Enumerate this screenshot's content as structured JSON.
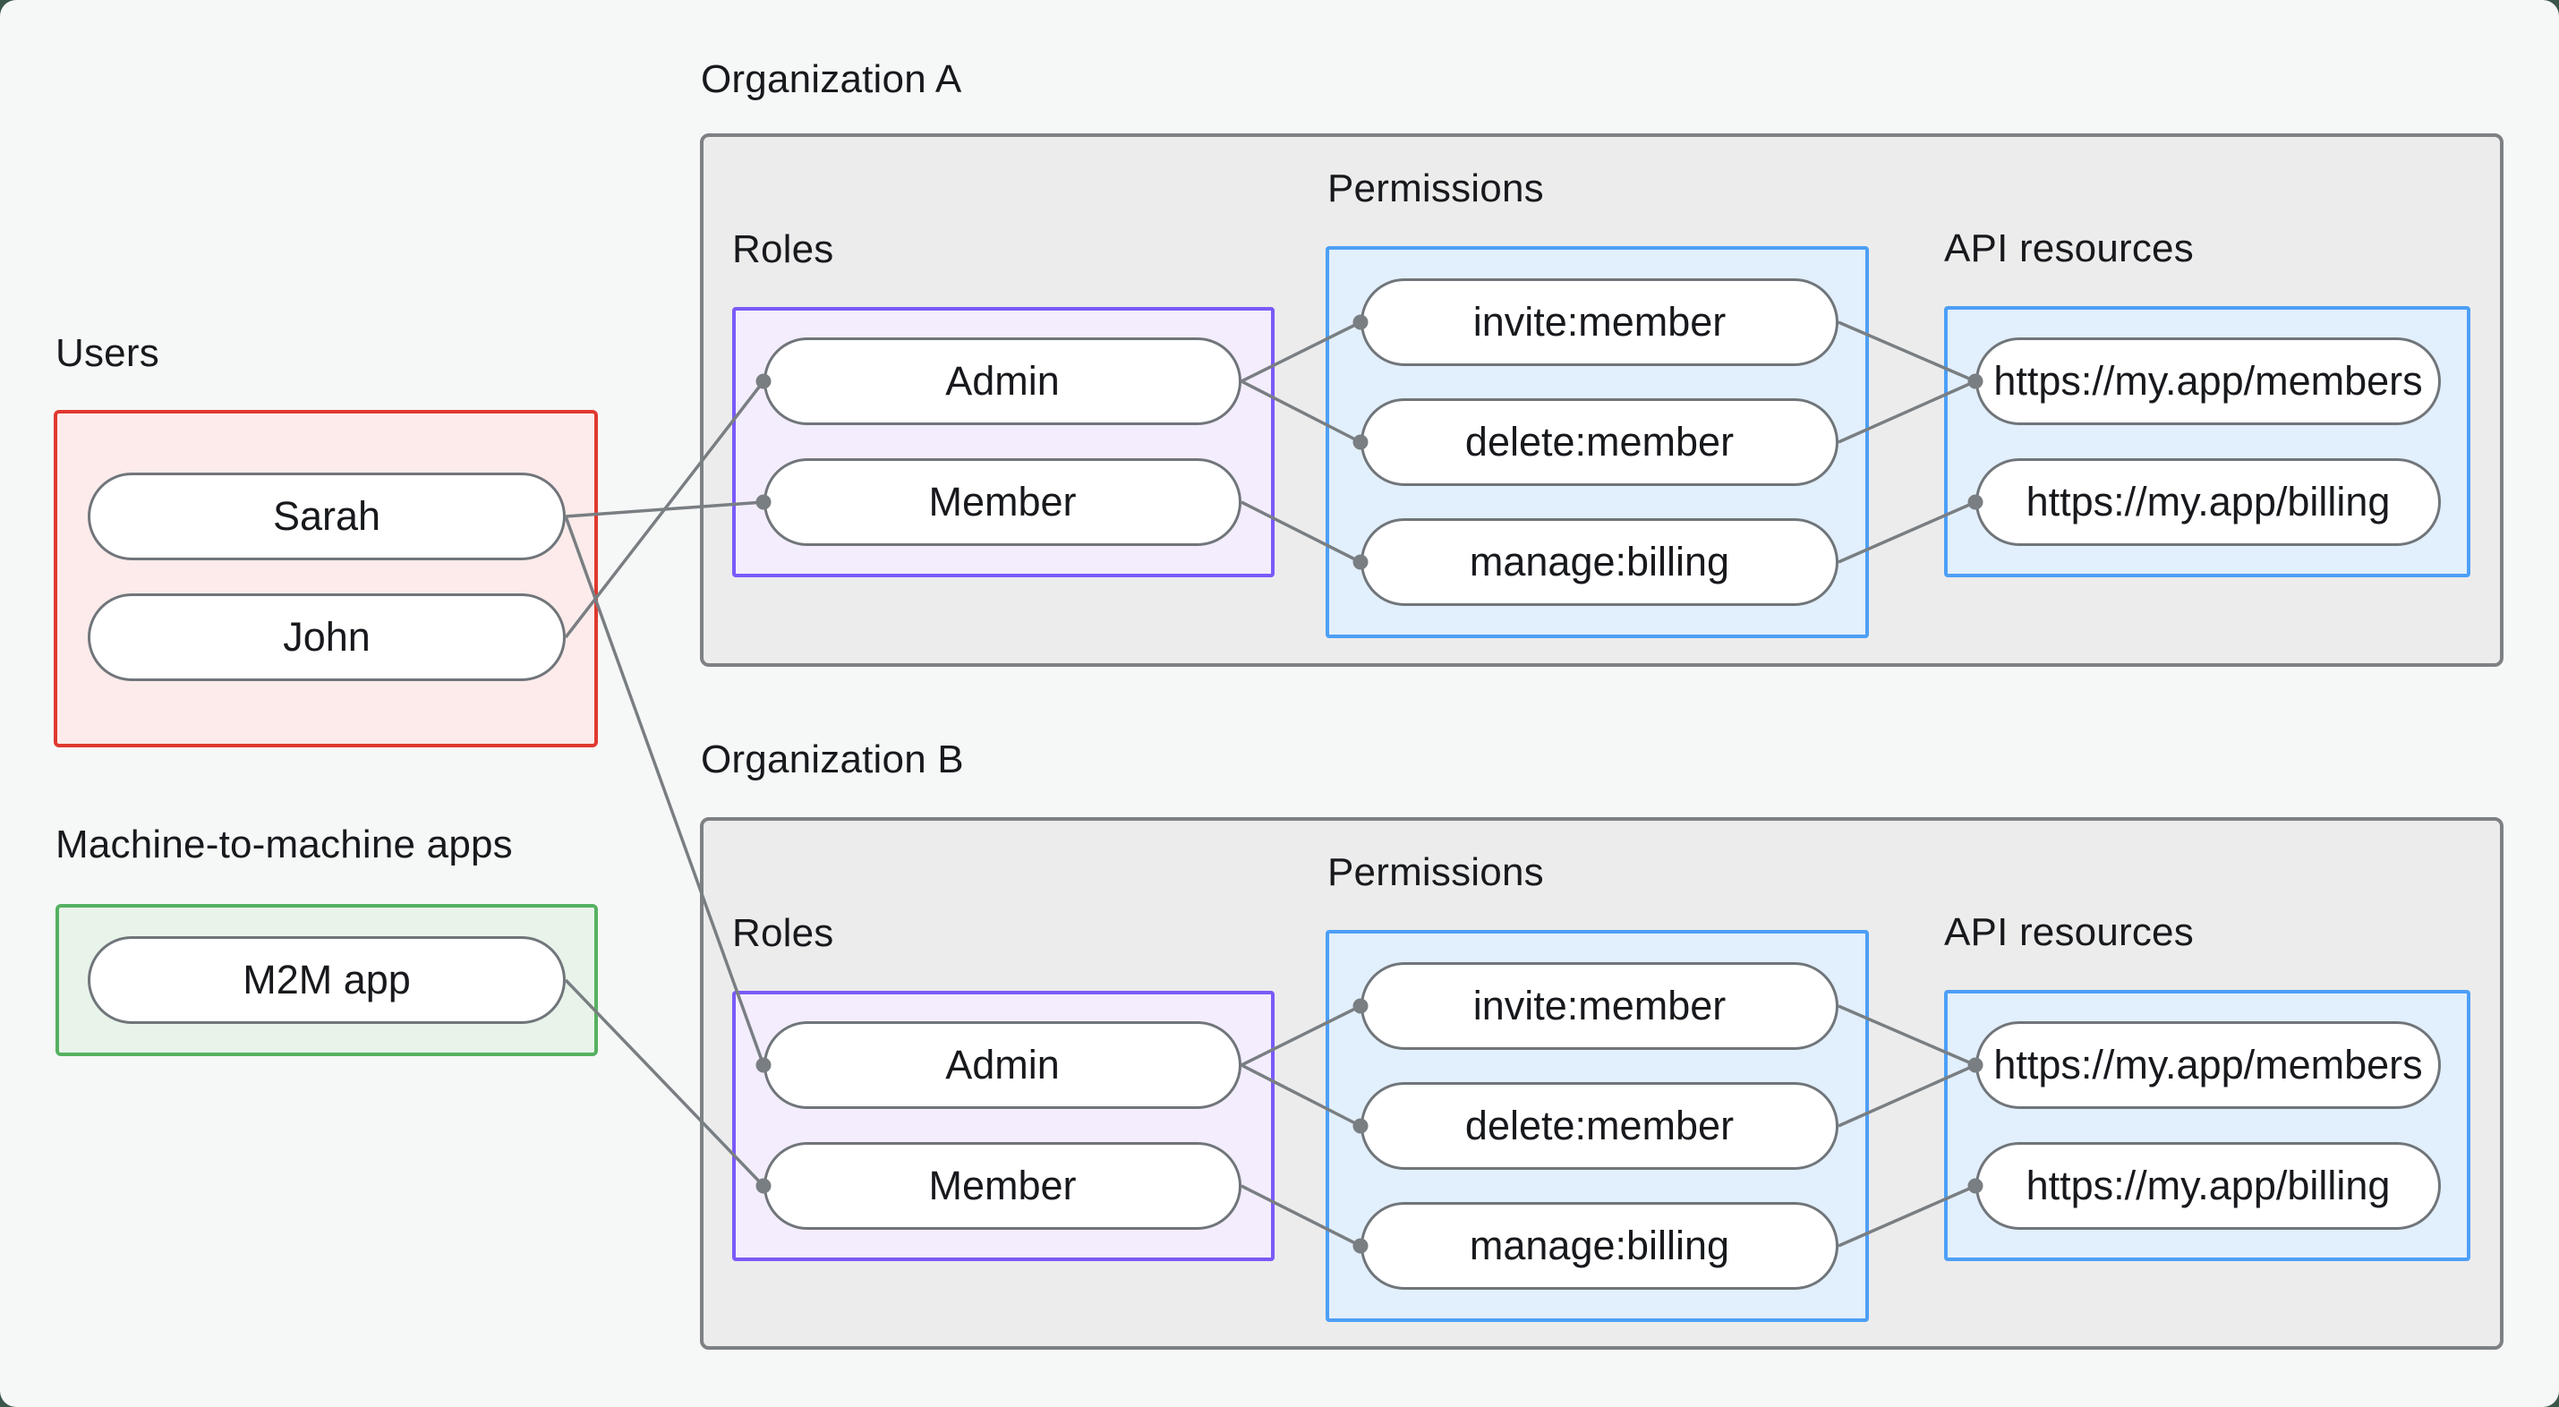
{
  "labels": {
    "users": "Users",
    "m2m": "Machine-to-machine apps",
    "orgA": "Organization A",
    "orgB": "Organization B",
    "rolesA": "Roles",
    "permissionsA": "Permissions",
    "apiA": "API resources",
    "rolesB": "Roles",
    "permissionsB": "Permissions",
    "apiB": "API resources"
  },
  "nodes": {
    "sarah": "Sarah",
    "john": "John",
    "m2m_app": "M2M app",
    "adminA": "Admin",
    "memberA": "Member",
    "inviteA": "invite:member",
    "deleteA": "delete:member",
    "manageA": "manage:billing",
    "membersA": "https://my.app/members",
    "billingA": "https://my.app/billing",
    "adminB": "Admin",
    "memberB": "Member",
    "inviteB": "invite:member",
    "deleteB": "delete:member",
    "manageB": "manage:billing",
    "membersB": "https://my.app/members",
    "billingB": "https://my.app/billing"
  },
  "edges": [
    [
      "sarah",
      "memberA"
    ],
    [
      "john",
      "adminA"
    ],
    [
      "sarah",
      "adminB"
    ],
    [
      "m2m_app",
      "memberB"
    ],
    [
      "adminA",
      "inviteA"
    ],
    [
      "adminA",
      "deleteA"
    ],
    [
      "memberA",
      "manageA"
    ],
    [
      "inviteA",
      "membersA"
    ],
    [
      "deleteA",
      "membersA"
    ],
    [
      "manageA",
      "billingA"
    ],
    [
      "adminB",
      "inviteB"
    ],
    [
      "adminB",
      "deleteB"
    ],
    [
      "memberB",
      "manageB"
    ],
    [
      "inviteB",
      "membersB"
    ],
    [
      "deleteB",
      "membersB"
    ],
    [
      "manageB",
      "billingB"
    ]
  ],
  "colors": {
    "edge": "#797e82",
    "dot": "#797e82",
    "users_border": "#e0382f",
    "m2m_border": "#55b161",
    "roles_border": "#7a5af8",
    "permissions_border": "#4d9ff6",
    "org_border": "#7d8184",
    "background": "#f6f7f7"
  }
}
